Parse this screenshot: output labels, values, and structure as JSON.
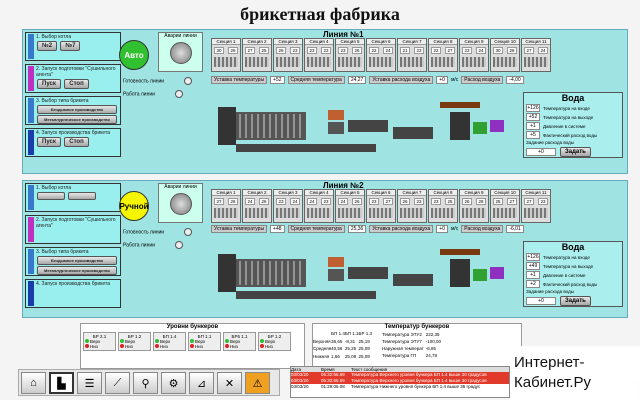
{
  "title": "брикетная фабрика",
  "lines": [
    {
      "name": "Линия №1",
      "boiler_label": "1.    Выбор котла",
      "boilers": [
        "№2",
        "№7"
      ],
      "start_prep": "2.   Запуск подготовки \"Сушильного агента\"",
      "start_label": "Пуск",
      "stop_label": "Стоп",
      "type_label": "3.   Выбор типа брикета",
      "types": [
        "Бездымное производство",
        "Металлургическое производство"
      ],
      "prod_label": "4.   Запуск производства брикета",
      "mode": "Авто",
      "alarm": "Аварии линии",
      "ready": "Готовность линии",
      "work": "Работа линии",
      "sections": [
        {
          "name": "Секция 1",
          "a": "30",
          "b": "26"
        },
        {
          "name": "Секция 2",
          "a": "27",
          "b": "25"
        },
        {
          "name": "Секция 3",
          "a": "26",
          "b": "23"
        },
        {
          "name": "Секция 4",
          "a": "23",
          "b": "23"
        },
        {
          "name": "Секция 5",
          "a": "23",
          "b": "26"
        },
        {
          "name": "Секция 6",
          "a": "22",
          "b": "24"
        },
        {
          "name": "Секция 7",
          "a": "21",
          "b": "23"
        },
        {
          "name": "Секция 8",
          "a": "22",
          "b": "27"
        },
        {
          "name": "Секция 9",
          "a": "23",
          "b": "24"
        },
        {
          "name": "Секция 10",
          "a": "30",
          "b": "26"
        },
        {
          "name": "Секция 11",
          "a": "27",
          "b": "24"
        }
      ],
      "setpoint_label": "Уставка температуры",
      "setpoint": "+52",
      "avg_label": "Средняя температура",
      "avg": "24,27",
      "air_label": "Уставка расхода воздуха",
      "air": "+0",
      "air_unit": "м/с",
      "air_flow_label": "Расход воздуха",
      "air_flow": "-4,00",
      "water": {
        "title": "Вода",
        "rows": [
          {
            "v": "+126",
            "l": "Температура на входе"
          },
          {
            "v": "+52",
            "l": "Температура на выходе"
          },
          {
            "v": "+1",
            "l": "Давление в системе"
          },
          {
            "v": "+5",
            "l": "Фактический расход воды"
          }
        ],
        "flow_label": "Задание расхода воды",
        "flow": "+0",
        "set": "Задать"
      }
    },
    {
      "name": "Линия №2",
      "boiler_label": "1.    Выбор котла",
      "boilers": [
        "",
        ""
      ],
      "start_prep": "2.   Запуск подготовки \"Сушильного агента\"",
      "start_label": "",
      "stop_label": "",
      "type_label": "3.   Выбор типа брикета",
      "types": [
        "Бездымное производство",
        "Металлургическое производство"
      ],
      "prod_label": "4.   Запуск производства брикета",
      "mode": "Ручной",
      "alarm": "Аварии линии",
      "ready": "Готовность линии",
      "work": "Работа линии",
      "sections": [
        {
          "name": "Секция 1",
          "a": "27",
          "b": "26"
        },
        {
          "name": "Секция 2",
          "a": "24",
          "b": "26"
        },
        {
          "name": "Секция 3",
          "a": "23",
          "b": "24"
        },
        {
          "name": "Секция 4",
          "a": "24",
          "b": "23"
        },
        {
          "name": "Секция 5",
          "a": "24",
          "b": "26"
        },
        {
          "name": "Секция 6",
          "a": "23",
          "b": "27"
        },
        {
          "name": "Секция 7",
          "a": "26",
          "b": "23"
        },
        {
          "name": "Секция 8",
          "a": "23",
          "b": "25"
        },
        {
          "name": "Секция 9",
          "a": "26",
          "b": "28"
        },
        {
          "name": "Секция 10",
          "a": "25",
          "b": "27"
        },
        {
          "name": "Секция 11",
          "a": "27",
          "b": "23"
        }
      ],
      "setpoint_label": "Уставка температуры",
      "setpoint": "+48",
      "avg_label": "Средняя температура",
      "avg": "25,36",
      "air_label": "Уставка расхода воздуха",
      "air": "+0",
      "air_unit": "м/с",
      "air_flow_label": "Расход воздуха",
      "air_flow": "-6,01",
      "water": {
        "title": "Вода",
        "rows": [
          {
            "v": "+126",
            "l": "Температура на входе"
          },
          {
            "v": "+49",
            "l": "Температура на выходе"
          },
          {
            "v": "+1",
            "l": "Давление в системе"
          },
          {
            "v": "+2",
            "l": "Фактический расход воды"
          }
        ],
        "flow_label": "Задание расхода воды",
        "flow": "+0",
        "set": "Задать"
      }
    }
  ],
  "bunkers": {
    "title": "Уровни бункеров",
    "cells": [
      {
        "n": "БР 2.1",
        "hi": "Верх",
        "lo": "Низ"
      },
      {
        "n": "БР 1.2",
        "hi": "Верх",
        "lo": "Низ"
      },
      {
        "n": "БП 1.4",
        "hi": "Верх",
        "lo": "Низ"
      },
      {
        "n": "БП 1.1",
        "hi": "Верх",
        "lo": "Низ"
      },
      {
        "n": "БР6 1.1",
        "hi": "Верх",
        "lo": "Низ"
      },
      {
        "n": "БР 1.2",
        "hi": "Верх",
        "lo": "Низ"
      }
    ],
    "colors": {
      "hi": "#2fbf2f",
      "lo": "#e02020"
    }
  },
  "bunker_temps": {
    "title": "Температур бункеров",
    "cols": [
      "БП 1.4",
      "БП 1.1",
      "БР 1.3"
    ],
    "rows": [
      {
        "n": "Верхняя",
        "v": [
          "36,65",
          "-8,31",
          "25,19"
        ]
      },
      {
        "n": "Средняя",
        "v": [
          "40,56",
          "25,25",
          "25,09"
        ]
      },
      {
        "n": "Нижняя",
        "v": [
          "1,66",
          "25,09",
          "25,09"
        ]
      }
    ],
    "right": [
      {
        "l": "Температура ЭТУ2",
        "v": "222,35"
      },
      {
        "l": "Температура ЭТУ7",
        "v": "-100,00"
      },
      {
        "l": "Наружная температ",
        "v": "-6,85"
      },
      {
        "l": "Температура ГП",
        "v": "24,78"
      }
    ]
  },
  "log": {
    "headers": [
      "Дата",
      "Время",
      "Текст сообщения"
    ],
    "rows": [
      {
        "d": "03/03/20",
        "t": "05:32:56.69",
        "m": "Температура Верхнего уровня бункера БП 1.4 выше 30 градусов",
        "red": true
      },
      {
        "d": "03/03/20",
        "t": "05:32:56.69",
        "m": "Температура Верхнего уровня бункера БП 1.4 выше 30 градусов",
        "red": true
      },
      {
        "d": "03/03/20",
        "t": "01:29:06.08",
        "m": "Температура Нижнего уровня бункера БП 1.4 выше 35 градус",
        "red": false
      }
    ]
  },
  "brand": {
    "line1": "Интернет-",
    "line2": "Кабинет.Ру"
  }
}
